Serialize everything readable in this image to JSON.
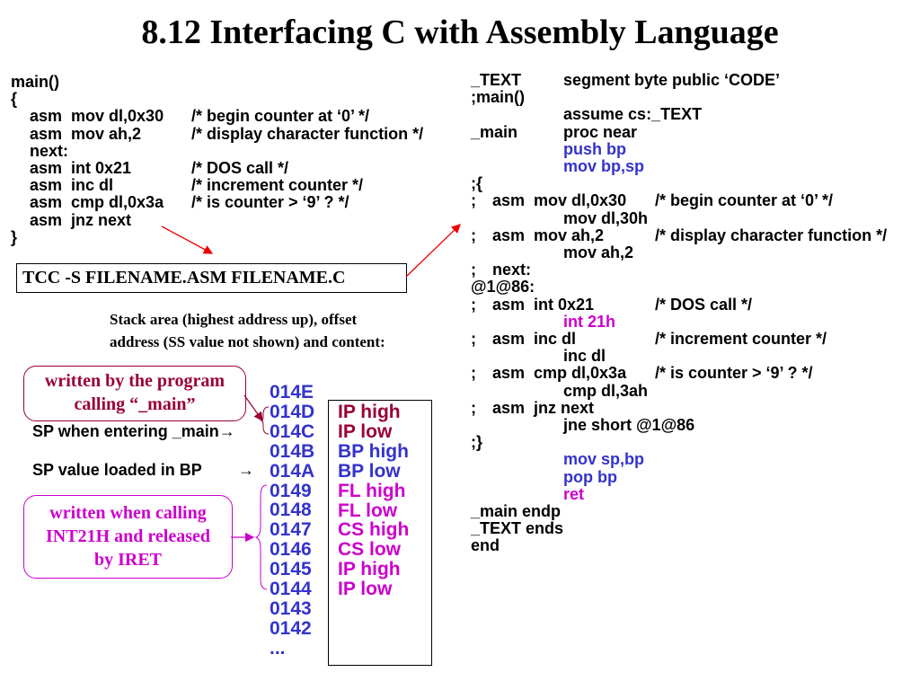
{
  "title": "8.12 Interfacing C with Assembly Language",
  "c_code": [
    {
      "a": "main()"
    },
    {
      "a": "{"
    },
    {
      "b": "asm  mov dl,0x30",
      "c": "/* begin counter at ‘0’ */"
    },
    {
      "b": "asm  mov ah,2",
      "c": "/* display character function */"
    },
    {
      "b": "next:"
    },
    {
      "b": "asm  int 0x21",
      "c": "/* DOS call */"
    },
    {
      "b": "asm  inc dl",
      "c": "/* increment counter */"
    },
    {
      "b": "asm  cmp dl,0x3a",
      "c": "/* is counter > ‘9’ ? */"
    },
    {
      "b": "asm  jnz next"
    },
    {
      "a": "}"
    }
  ],
  "command": "TCC -S FILENAME.ASM FILENAME.C",
  "stack_caption": [
    "Stack area (highest address up), offset",
    "address (SS value not shown) and content:"
  ],
  "asm_code": [
    {
      "a": "_TEXT",
      "b": "segment byte public ‘CODE’"
    },
    {
      "a": ";main()"
    },
    {
      "b": "assume cs:_TEXT"
    },
    {
      "a": "_main",
      "b": "proc near"
    },
    {
      "b": "push bp",
      "color": "blue"
    },
    {
      "b": "mov bp,sp",
      "color": "blue"
    },
    {
      "a": ";{"
    },
    {
      "a": ";",
      "s": "asm  mov dl,0x30",
      "c": "/* begin counter at ‘0’ */"
    },
    {
      "b": "mov dl,30h"
    },
    {
      "a": ";",
      "s": "asm  mov ah,2",
      "c": "/* display character function */"
    },
    {
      "b": "mov ah,2"
    },
    {
      "a": ";",
      "s": "next:"
    },
    {
      "a": "@1@86:"
    },
    {
      "a": ";",
      "s": "asm  int 0x21",
      "c": "/* DOS call */"
    },
    {
      "b": "int 21h",
      "color": "mag"
    },
    {
      "a": ";",
      "s": "asm  inc dl",
      "c": "/* increment counter */"
    },
    {
      "b": "inc dl"
    },
    {
      "a": ";",
      "s": "asm  cmp dl,0x3a",
      "c": "/* is counter > ‘9’ ? */"
    },
    {
      "b": "cmp dl,3ah"
    },
    {
      "a": ";",
      "s": "asm  jnz next"
    },
    {
      "b": "jne short @1@86"
    },
    {
      "a": ";}"
    },
    {
      "b": "mov sp,bp",
      "color": "blue"
    },
    {
      "b": "pop bp",
      "color": "blue"
    },
    {
      "b": "ret",
      "color": "mag"
    },
    {
      "a": "_main endp"
    },
    {
      "a": "_TEXT ends"
    },
    {
      "a": "end"
    }
  ],
  "callout_main": [
    "written by the program",
    "calling  “_main”"
  ],
  "callout_int": [
    "written when calling",
    "INT21H and released",
    "by IRET"
  ],
  "sp_entering": "SP when entering _main→",
  "sp_bp": "SP value loaded in BP",
  "sp_bp_arrow": "→",
  "addresses": [
    "014E",
    "014D",
    "014C",
    "014B",
    "014A",
    "0149",
    "0148",
    "0147",
    "0146",
    "0145",
    "0144",
    "0143",
    "0142",
    "..."
  ],
  "contents": [
    {
      "t": "IP high",
      "color": "red"
    },
    {
      "t": "IP low",
      "color": "red"
    },
    {
      "t": "BP high",
      "color": "blue"
    },
    {
      "t": "BP low",
      "color": "blue"
    },
    {
      "t": "FL high",
      "color": "mag"
    },
    {
      "t": "FL low",
      "color": "mag"
    },
    {
      "t": "CS high",
      "color": "mag"
    },
    {
      "t": "CS low",
      "color": "mag"
    },
    {
      "t": "IP high",
      "color": "mag"
    },
    {
      "t": "IP low",
      "color": "mag"
    }
  ]
}
